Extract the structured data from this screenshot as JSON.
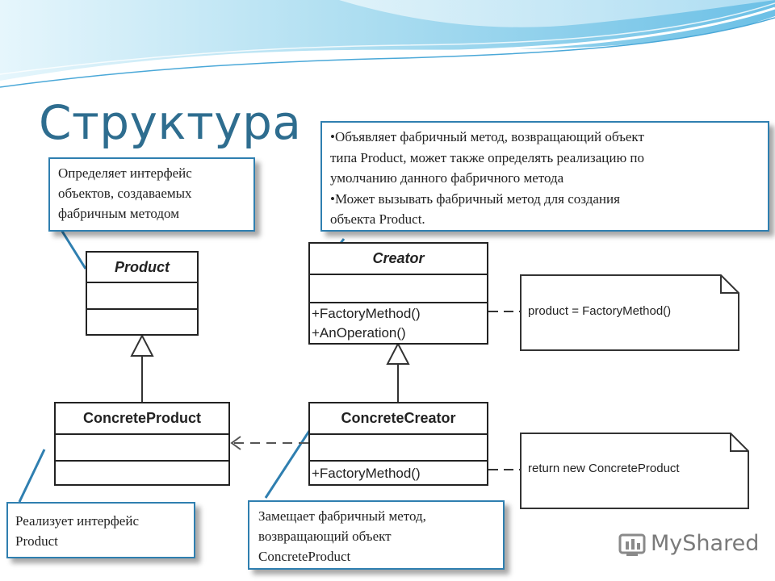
{
  "slide": {
    "title": "Структура",
    "watermark": "MyShared"
  },
  "callouts": {
    "product_interface": [
      "Определяет интерфейс",
      "объектов, создаваемых",
      "фабричным методом"
    ],
    "creator": [
      "•Объявляет фабричный метод, возвращающий объект",
      "типа Product, может также определять реализацию по",
      "умолчанию данного фабричного метода",
      "•Может вызывать фабричный метод для создания",
      "объекта Product."
    ],
    "concrete_product": [
      "Реализует интерфейс",
      "Product"
    ],
    "concrete_creator": [
      "Замещает фабричный метод,",
      "возвращающий объект",
      "ConcreteProduct"
    ]
  },
  "uml": {
    "product": {
      "name": "Product"
    },
    "creator": {
      "name": "Creator",
      "operations": [
        "+FactoryMethod()",
        "+AnOperation()"
      ]
    },
    "concrete_product": {
      "name": "ConcreteProduct"
    },
    "concrete_creator": {
      "name": "ConcreteCreator",
      "operations": [
        "+FactoryMethod()"
      ]
    }
  },
  "notes": {
    "creator_note": "product = FactoryMethod()",
    "concrete_creator_note": "return new ConcreteProduct"
  },
  "colors": {
    "title": "#2e6d8f",
    "callout_border": "#2f7fb0",
    "wave_light": "#bfe6f5",
    "wave_dark": "#4aa8d8"
  }
}
